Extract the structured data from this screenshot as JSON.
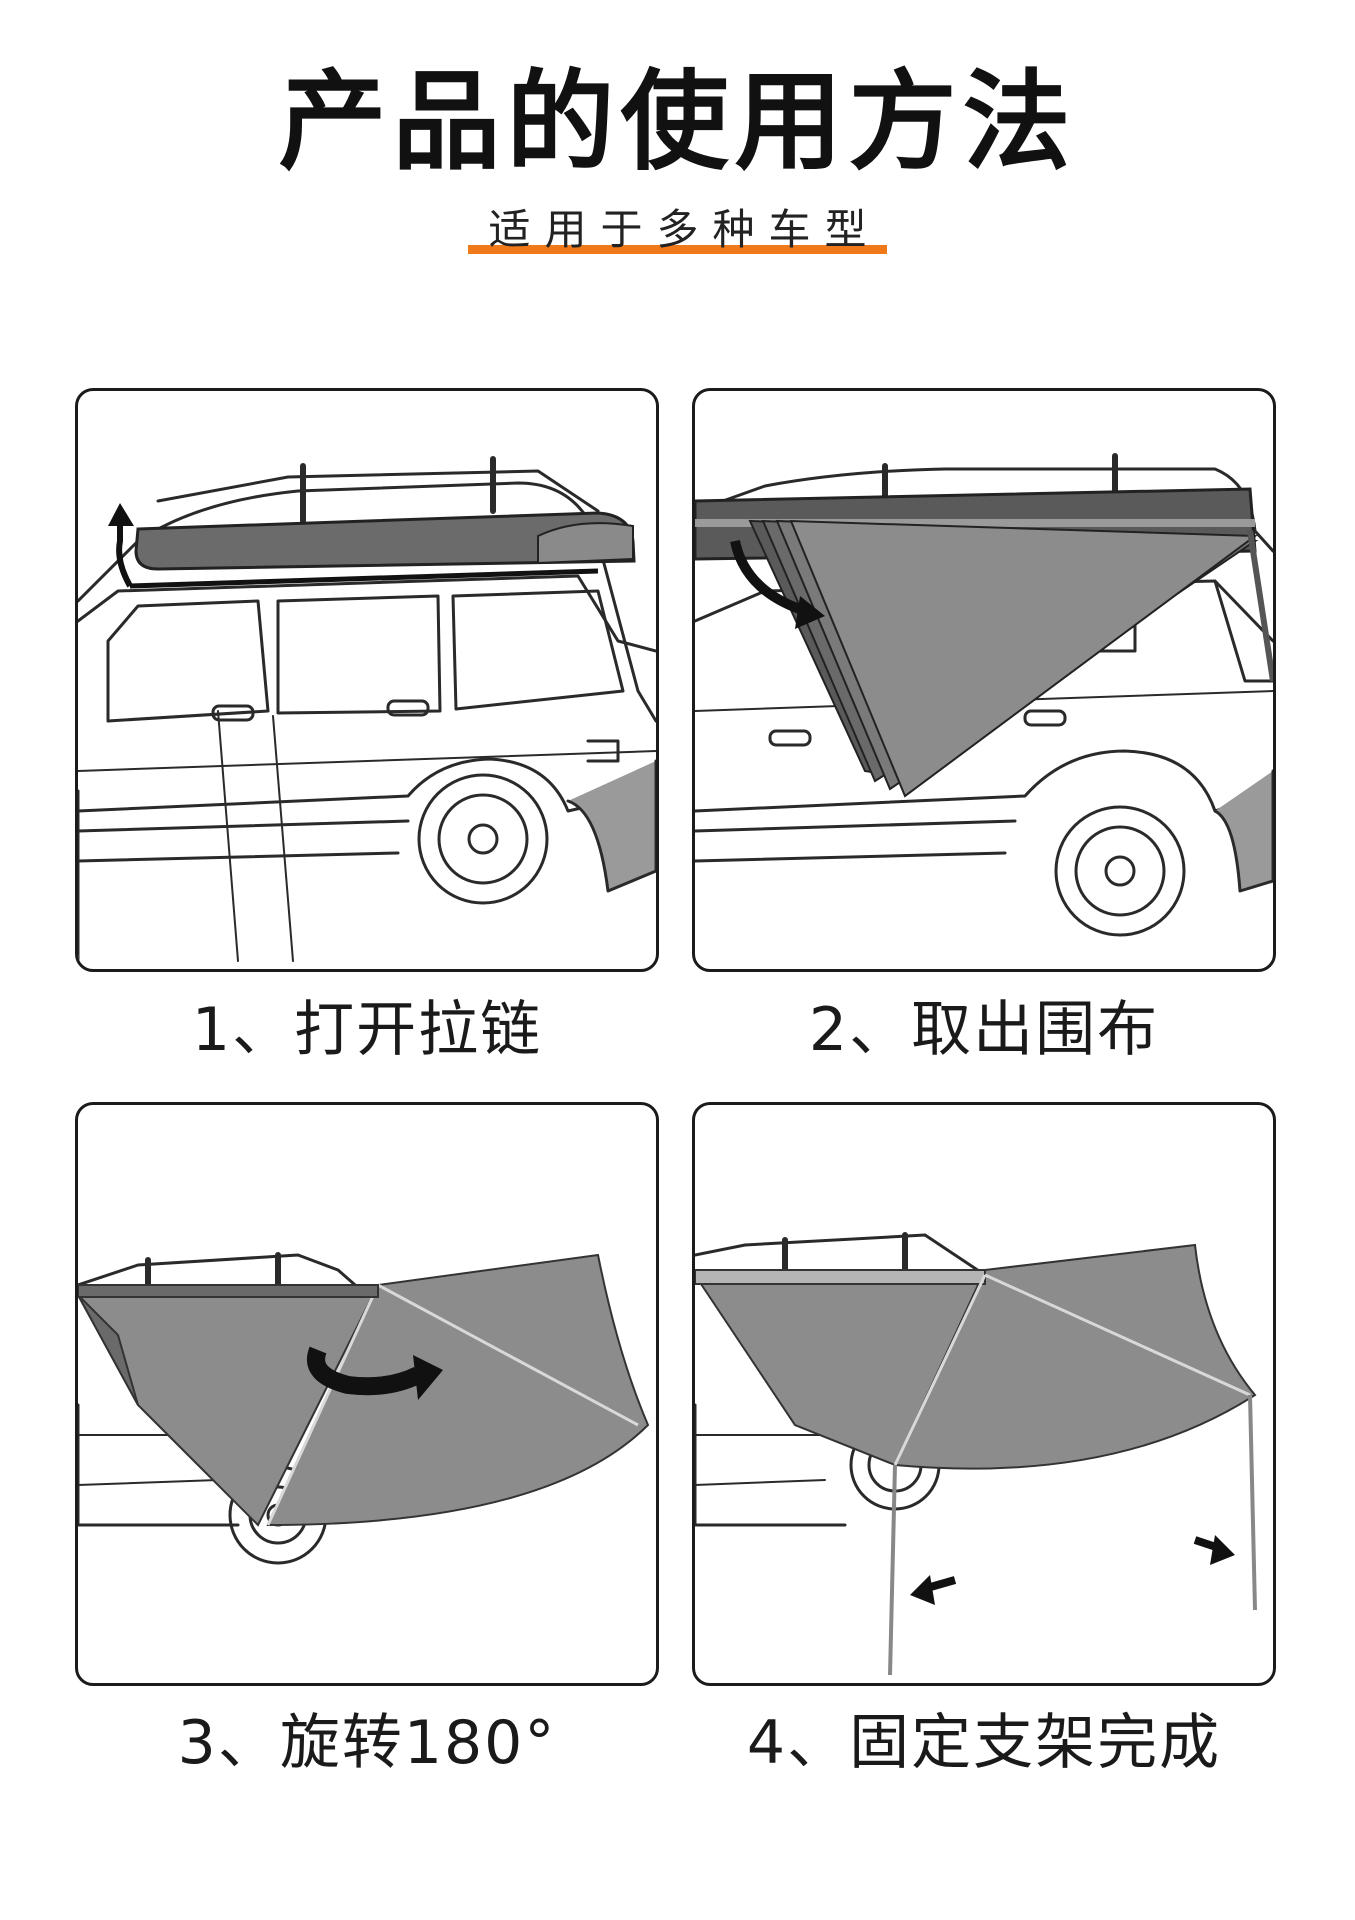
{
  "header": {
    "title": "产品的使用方法",
    "subtitle": "适用于多种车型",
    "accent_color": "#f07a1a"
  },
  "steps": [
    {
      "caption": "1、打开拉链",
      "icon": "arrow-up-icon"
    },
    {
      "caption": "2、取出围布",
      "icon": "arrow-curve-icon"
    },
    {
      "caption": "3、旋转180°",
      "icon": "rotate-arrow-icon"
    },
    {
      "caption": "4、固定支架完成",
      "icon": "arrow-left-icon"
    }
  ],
  "colors": {
    "awning_fabric": "#8c8c8c",
    "awning_dark": "#5f5f5f",
    "line": "#2a2a2a"
  }
}
